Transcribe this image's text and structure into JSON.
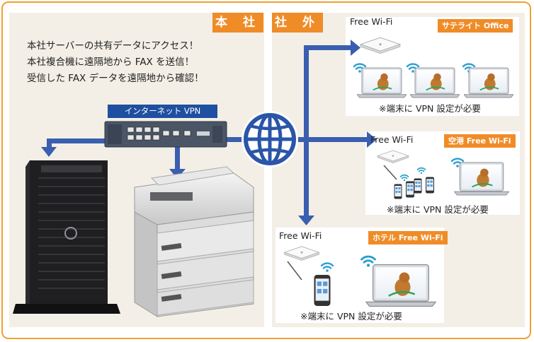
{
  "hq": {
    "tag": "本 社",
    "lines": [
      "本社サーバーの共有データにアクセス！",
      "本社複合機に遠隔地から FAX を送信！",
      "受信した FAX データを遠隔地から確認！"
    ],
    "router_label": "インターネット VPN"
  },
  "external": {
    "tag": "社 外",
    "sites": [
      {
        "wifi": "Free Wi-Fi",
        "location": "サテライト Office",
        "note": "※端末に VPN 設定が必要"
      },
      {
        "wifi": "Free Wi-Fi",
        "location": "空港 Free Wi-Fi",
        "note": "※端末に VPN 設定が必要"
      },
      {
        "wifi": "Free Wi-Fi",
        "location": "ホテル Free Wi-Fi",
        "note": "※端末に VPN 設定が必要"
      }
    ]
  },
  "colors": {
    "accent": "#f08c28",
    "link": "#3a5eb0",
    "panel": "#f3efe6",
    "border": "#f0a030"
  }
}
